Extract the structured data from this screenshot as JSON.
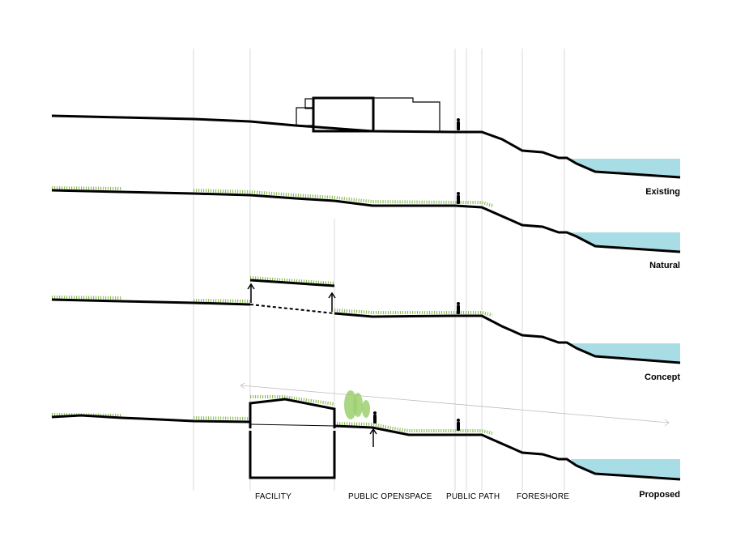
{
  "sections": [
    {
      "id": "existing",
      "label": "Existing"
    },
    {
      "id": "natural",
      "label": "Natural"
    },
    {
      "id": "concept",
      "label": "Concept"
    },
    {
      "id": "proposed",
      "label": "Proposed"
    }
  ],
  "zones": [
    {
      "id": "facility",
      "label": "FACILITY"
    },
    {
      "id": "public-openspace",
      "label": "PUBLIC OPENSPACE"
    },
    {
      "id": "public-path",
      "label": "PUBLIC PATH"
    },
    {
      "id": "foreshore",
      "label": "FORESHORE"
    }
  ],
  "colors": {
    "ground": "#000000",
    "water": "#a9dde6",
    "grass": "#8fbf5a",
    "tree": "#9ccf6e",
    "guide": "#cfcfcf"
  }
}
